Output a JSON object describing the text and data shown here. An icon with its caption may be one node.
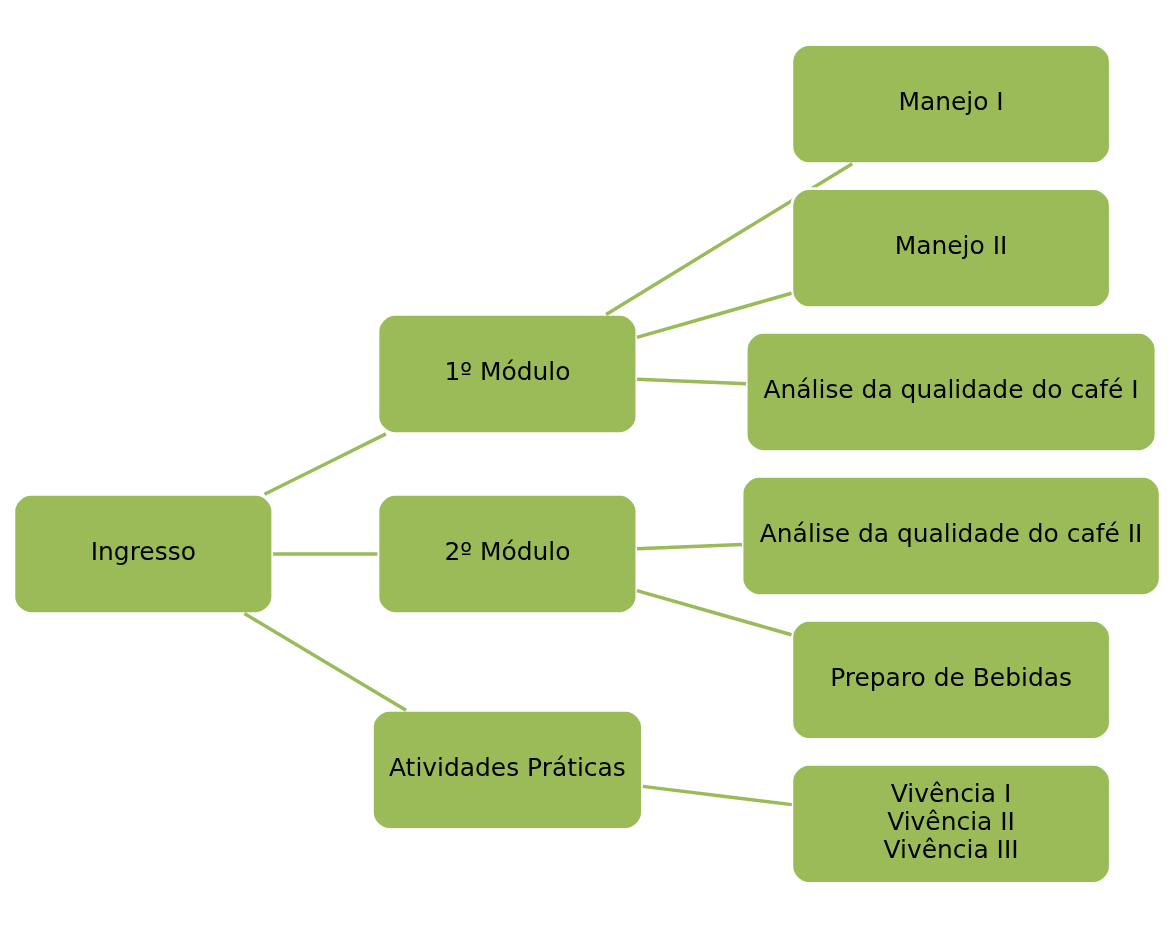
{
  "diagram": {
    "nodes": [
      {
        "text": [
          "Ingresso"
        ]
      },
      {
        "text": [
          "1º Módulo"
        ]
      },
      {
        "text": [
          "2º Módulo"
        ]
      },
      {
        "text": [
          "Atividades Práticas"
        ]
      },
      {
        "text": [
          "Manejo I"
        ]
      },
      {
        "text": [
          "Manejo II"
        ]
      },
      {
        "text": [
          "Análise da qualidade do café I"
        ]
      },
      {
        "text": [
          "Análise da qualidade do café II"
        ]
      },
      {
        "text": [
          "Preparo de Bebidas"
        ]
      },
      {
        "text": [
          "Vivência I",
          "Vivência II",
          "Vivência III"
        ]
      }
    ],
    "edges": [
      {
        "from": 0,
        "to": 1,
        "arrow": "none"
      },
      {
        "from": 0,
        "to": 2,
        "arrow": "none"
      },
      {
        "from": 0,
        "to": 3,
        "arrow": "none"
      },
      {
        "from": 1,
        "to": 4,
        "arrow": "none"
      },
      {
        "from": 1,
        "to": 5,
        "arrow": "none"
      },
      {
        "from": 1,
        "to": 6,
        "arrow": "none"
      },
      {
        "from": 2,
        "to": 7,
        "arrow": "none"
      },
      {
        "from": 2,
        "to": 8,
        "arrow": "none"
      },
      {
        "from": 3,
        "to": 9,
        "arrow": "none"
      }
    ]
  }
}
